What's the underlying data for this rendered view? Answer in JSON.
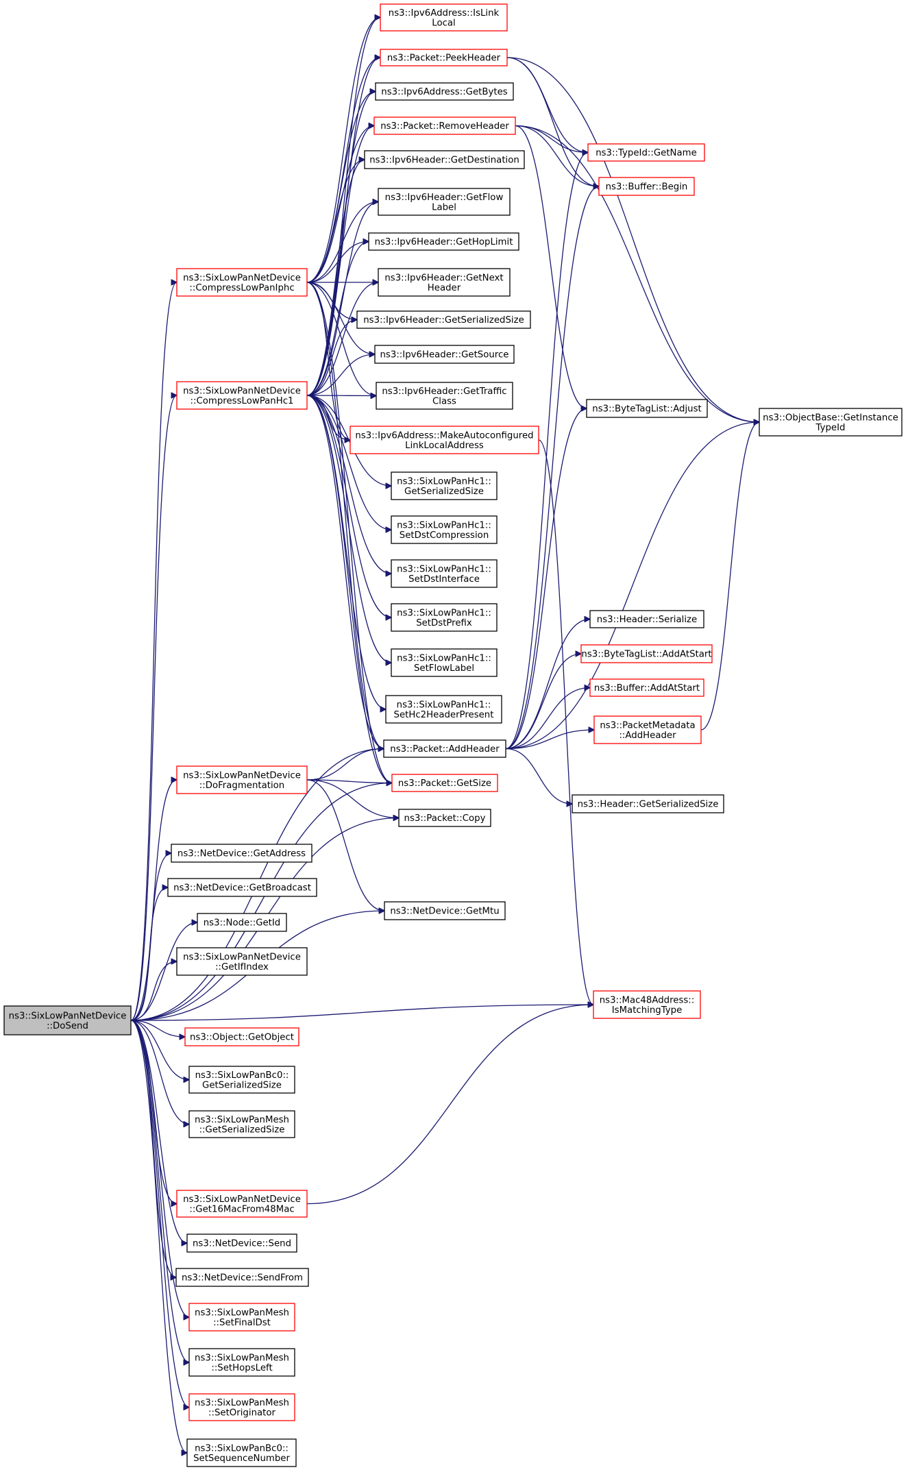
{
  "colors": {
    "edge": "#191970",
    "border_default": "#000000",
    "border_highlight": "#ff0000",
    "root_fill": "#bfbfbf",
    "node_fill": "#ffffff"
  },
  "nodes": [
    {
      "id": "DoSend",
      "lines": [
        "ns3::SixLowPanNetDevice",
        "::DoSend"
      ],
      "border": "black",
      "root": true
    },
    {
      "id": "IsLinkLocal",
      "lines": [
        "ns3::Ipv6Address::IsLink",
        "Local"
      ],
      "border": "red"
    },
    {
      "id": "PeekHeader",
      "lines": [
        "ns3::Packet::PeekHeader"
      ],
      "border": "red"
    },
    {
      "id": "GetBytes",
      "lines": [
        "ns3::Ipv6Address::GetBytes"
      ],
      "border": "black"
    },
    {
      "id": "RemoveHeader",
      "lines": [
        "ns3::Packet::RemoveHeader"
      ],
      "border": "red"
    },
    {
      "id": "TypeIdGetName",
      "lines": [
        "ns3::TypeId::GetName"
      ],
      "border": "red"
    },
    {
      "id": "GetDestination",
      "lines": [
        "ns3::Ipv6Header::GetDestination"
      ],
      "border": "black"
    },
    {
      "id": "BufferBegin",
      "lines": [
        "ns3::Buffer::Begin"
      ],
      "border": "red"
    },
    {
      "id": "GetFlowLabel",
      "lines": [
        "ns3::Ipv6Header::GetFlow",
        "Label"
      ],
      "border": "black"
    },
    {
      "id": "GetHopLimit",
      "lines": [
        "ns3::Ipv6Header::GetHopLimit"
      ],
      "border": "black"
    },
    {
      "id": "CompressLowPanIphc",
      "lines": [
        "ns3::SixLowPanNetDevice",
        "::CompressLowPanIphc"
      ],
      "border": "red"
    },
    {
      "id": "GetNextHeader",
      "lines": [
        "ns3::Ipv6Header::GetNext",
        "Header"
      ],
      "border": "black"
    },
    {
      "id": "GetSerializedSizeIpv6",
      "lines": [
        "ns3::Ipv6Header::GetSerializedSize"
      ],
      "border": "black"
    },
    {
      "id": "GetSource",
      "lines": [
        "ns3::Ipv6Header::GetSource"
      ],
      "border": "black"
    },
    {
      "id": "CompressLowPanHc1",
      "lines": [
        "ns3::SixLowPanNetDevice",
        "::CompressLowPanHc1"
      ],
      "border": "red"
    },
    {
      "id": "GetTrafficClass",
      "lines": [
        "ns3::Ipv6Header::GetTraffic",
        "Class"
      ],
      "border": "black"
    },
    {
      "id": "ByteTagListAdjust",
      "lines": [
        "ns3::ByteTagList::Adjust"
      ],
      "border": "black"
    },
    {
      "id": "GetInstanceTypeId",
      "lines": [
        "ns3::ObjectBase::GetInstance",
        "TypeId"
      ],
      "border": "black"
    },
    {
      "id": "MakeAutoconfigured",
      "lines": [
        "ns3::Ipv6Address::MakeAutoconfigured",
        "LinkLocalAddress"
      ],
      "border": "red"
    },
    {
      "id": "Hc1GetSerializedSize",
      "lines": [
        "ns3::SixLowPanHc1::",
        "GetSerializedSize"
      ],
      "border": "black"
    },
    {
      "id": "SetDstCompression",
      "lines": [
        "ns3::SixLowPanHc1::",
        "SetDstCompression"
      ],
      "border": "black"
    },
    {
      "id": "SetDstInterface",
      "lines": [
        "ns3::SixLowPanHc1::",
        "SetDstInterface"
      ],
      "border": "black"
    },
    {
      "id": "SetDstPrefix",
      "lines": [
        "ns3::SixLowPanHc1::",
        "SetDstPrefix"
      ],
      "border": "black"
    },
    {
      "id": "HeaderSerialize",
      "lines": [
        "ns3::Header::Serialize"
      ],
      "border": "black"
    },
    {
      "id": "SetFlowLabel",
      "lines": [
        "ns3::SixLowPanHc1::",
        "SetFlowLabel"
      ],
      "border": "black"
    },
    {
      "id": "ByteTagListAddAtStart",
      "lines": [
        "ns3::ByteTagList::AddAtStart"
      ],
      "border": "red"
    },
    {
      "id": "BufferAddAtStart",
      "lines": [
        "ns3::Buffer::AddAtStart"
      ],
      "border": "red"
    },
    {
      "id": "SetHc2HeaderPresent",
      "lines": [
        "ns3::SixLowPanHc1::",
        "SetHc2HeaderPresent"
      ],
      "border": "black"
    },
    {
      "id": "PacketMetadataAddHeader",
      "lines": [
        "ns3::PacketMetadata",
        "::AddHeader"
      ],
      "border": "red"
    },
    {
      "id": "PacketAddHeader",
      "lines": [
        "ns3::Packet::AddHeader"
      ],
      "border": "black"
    },
    {
      "id": "DoFragmentation",
      "lines": [
        "ns3::SixLowPanNetDevice",
        "::DoFragmentation"
      ],
      "border": "red"
    },
    {
      "id": "PacketGetSize",
      "lines": [
        "ns3::Packet::GetSize"
      ],
      "border": "red"
    },
    {
      "id": "HeaderGetSerializedSize",
      "lines": [
        "ns3::Header::GetSerializedSize"
      ],
      "border": "black"
    },
    {
      "id": "PacketCopy",
      "lines": [
        "ns3::Packet::Copy"
      ],
      "border": "black"
    },
    {
      "id": "GetAddress",
      "lines": [
        "ns3::NetDevice::GetAddress"
      ],
      "border": "black"
    },
    {
      "id": "GetBroadcast",
      "lines": [
        "ns3::NetDevice::GetBroadcast"
      ],
      "border": "black"
    },
    {
      "id": "GetMtu",
      "lines": [
        "ns3::NetDevice::GetMtu"
      ],
      "border": "black"
    },
    {
      "id": "NodeGetId",
      "lines": [
        "ns3::Node::GetId"
      ],
      "border": "black"
    },
    {
      "id": "GetIfIndex",
      "lines": [
        "ns3::SixLowPanNetDevice",
        "::GetIfIndex"
      ],
      "border": "black"
    },
    {
      "id": "IsMatchingType",
      "lines": [
        "ns3::Mac48Address::",
        "IsMatchingType"
      ],
      "border": "red"
    },
    {
      "id": "GetObject",
      "lines": [
        "ns3::Object::GetObject"
      ],
      "border": "red"
    },
    {
      "id": "Bc0GetSerializedSize",
      "lines": [
        "ns3::SixLowPanBc0::",
        "GetSerializedSize"
      ],
      "border": "black"
    },
    {
      "id": "MeshGetSerializedSize",
      "lines": [
        "ns3::SixLowPanMesh",
        "::GetSerializedSize"
      ],
      "border": "black"
    },
    {
      "id": "Get16MacFrom48Mac",
      "lines": [
        "ns3::SixLowPanNetDevice",
        "::Get16MacFrom48Mac"
      ],
      "border": "red"
    },
    {
      "id": "NetDeviceSend",
      "lines": [
        "ns3::NetDevice::Send"
      ],
      "border": "black"
    },
    {
      "id": "NetDeviceSendFrom",
      "lines": [
        "ns3::NetDevice::SendFrom"
      ],
      "border": "black"
    },
    {
      "id": "SetFinalDst",
      "lines": [
        "ns3::SixLowPanMesh",
        "::SetFinalDst"
      ],
      "border": "red"
    },
    {
      "id": "SetHopsLeft",
      "lines": [
        "ns3::SixLowPanMesh",
        "::SetHopsLeft"
      ],
      "border": "black"
    },
    {
      "id": "SetOriginator",
      "lines": [
        "ns3::SixLowPanMesh",
        "::SetOriginator"
      ],
      "border": "red"
    },
    {
      "id": "SetSequenceNumber",
      "lines": [
        "ns3::SixLowPanBc0::",
        "SetSequenceNumber"
      ],
      "border": "black"
    }
  ],
  "edges": [
    [
      "DoSend",
      "CompressLowPanIphc"
    ],
    [
      "DoSend",
      "CompressLowPanHc1"
    ],
    [
      "DoSend",
      "PacketAddHeader"
    ],
    [
      "DoSend",
      "PacketGetSize"
    ],
    [
      "DoSend",
      "DoFragmentation"
    ],
    [
      "DoSend",
      "PacketCopy"
    ],
    [
      "DoSend",
      "GetAddress"
    ],
    [
      "DoSend",
      "GetBroadcast"
    ],
    [
      "DoSend",
      "NodeGetId"
    ],
    [
      "DoSend",
      "GetIfIndex"
    ],
    [
      "DoSend",
      "IsMatchingType"
    ],
    [
      "DoSend",
      "GetObject"
    ],
    [
      "DoSend",
      "Bc0GetSerializedSize"
    ],
    [
      "DoSend",
      "MeshGetSerializedSize"
    ],
    [
      "DoSend",
      "GetMtu"
    ],
    [
      "DoSend",
      "Get16MacFrom48Mac"
    ],
    [
      "DoSend",
      "NetDeviceSend"
    ],
    [
      "DoSend",
      "NetDeviceSendFrom"
    ],
    [
      "DoSend",
      "SetFinalDst"
    ],
    [
      "DoSend",
      "SetHopsLeft"
    ],
    [
      "DoSend",
      "SetOriginator"
    ],
    [
      "DoSend",
      "SetSequenceNumber"
    ],
    [
      "CompressLowPanIphc",
      "IsLinkLocal"
    ],
    [
      "CompressLowPanIphc",
      "PeekHeader"
    ],
    [
      "CompressLowPanIphc",
      "GetBytes"
    ],
    [
      "CompressLowPanIphc",
      "RemoveHeader"
    ],
    [
      "CompressLowPanIphc",
      "GetDestination"
    ],
    [
      "CompressLowPanIphc",
      "GetFlowLabel"
    ],
    [
      "CompressLowPanIphc",
      "GetHopLimit"
    ],
    [
      "CompressLowPanIphc",
      "GetNextHeader"
    ],
    [
      "CompressLowPanIphc",
      "GetSerializedSizeIpv6"
    ],
    [
      "CompressLowPanIphc",
      "GetSource"
    ],
    [
      "CompressLowPanIphc",
      "GetTrafficClass"
    ],
    [
      "CompressLowPanIphc",
      "MakeAutoconfigured"
    ],
    [
      "CompressLowPanIphc",
      "PacketAddHeader"
    ],
    [
      "CompressLowPanIphc",
      "PacketGetSize"
    ],
    [
      "CompressLowPanHc1",
      "IsLinkLocal"
    ],
    [
      "CompressLowPanHc1",
      "PeekHeader"
    ],
    [
      "CompressLowPanHc1",
      "GetBytes"
    ],
    [
      "CompressLowPanHc1",
      "RemoveHeader"
    ],
    [
      "CompressLowPanHc1",
      "GetDestination"
    ],
    [
      "CompressLowPanHc1",
      "GetFlowLabel"
    ],
    [
      "CompressLowPanHc1",
      "GetHopLimit"
    ],
    [
      "CompressLowPanHc1",
      "GetNextHeader"
    ],
    [
      "CompressLowPanHc1",
      "GetSerializedSizeIpv6"
    ],
    [
      "CompressLowPanHc1",
      "GetSource"
    ],
    [
      "CompressLowPanHc1",
      "GetTrafficClass"
    ],
    [
      "CompressLowPanHc1",
      "MakeAutoconfigured"
    ],
    [
      "CompressLowPanHc1",
      "Hc1GetSerializedSize"
    ],
    [
      "CompressLowPanHc1",
      "SetDstCompression"
    ],
    [
      "CompressLowPanHc1",
      "SetDstInterface"
    ],
    [
      "CompressLowPanHc1",
      "SetDstPrefix"
    ],
    [
      "CompressLowPanHc1",
      "SetFlowLabel"
    ],
    [
      "CompressLowPanHc1",
      "SetHc2HeaderPresent"
    ],
    [
      "CompressLowPanHc1",
      "PacketAddHeader"
    ],
    [
      "CompressLowPanHc1",
      "PacketGetSize"
    ],
    [
      "PeekHeader",
      "TypeIdGetName"
    ],
    [
      "PeekHeader",
      "BufferBegin"
    ],
    [
      "PeekHeader",
      "GetInstanceTypeId"
    ],
    [
      "RemoveHeader",
      "TypeIdGetName"
    ],
    [
      "RemoveHeader",
      "BufferBegin"
    ],
    [
      "RemoveHeader",
      "ByteTagListAdjust"
    ],
    [
      "RemoveHeader",
      "GetInstanceTypeId"
    ],
    [
      "MakeAutoconfigured",
      "IsMatchingType"
    ],
    [
      "PacketAddHeader",
      "TypeIdGetName"
    ],
    [
      "PacketAddHeader",
      "BufferBegin"
    ],
    [
      "PacketAddHeader",
      "ByteTagListAdjust"
    ],
    [
      "PacketAddHeader",
      "HeaderSerialize"
    ],
    [
      "PacketAddHeader",
      "ByteTagListAddAtStart"
    ],
    [
      "PacketAddHeader",
      "BufferAddAtStart"
    ],
    [
      "PacketAddHeader",
      "PacketMetadataAddHeader"
    ],
    [
      "PacketAddHeader",
      "GetInstanceTypeId"
    ],
    [
      "PacketAddHeader",
      "HeaderGetSerializedSize"
    ],
    [
      "PacketMetadataAddHeader",
      "GetInstanceTypeId"
    ],
    [
      "DoFragmentation",
      "PacketAddHeader"
    ],
    [
      "DoFragmentation",
      "PacketGetSize"
    ],
    [
      "DoFragmentation",
      "PacketCopy"
    ],
    [
      "DoFragmentation",
      "GetMtu"
    ],
    [
      "Get16MacFrom48Mac",
      "IsMatchingType"
    ]
  ]
}
